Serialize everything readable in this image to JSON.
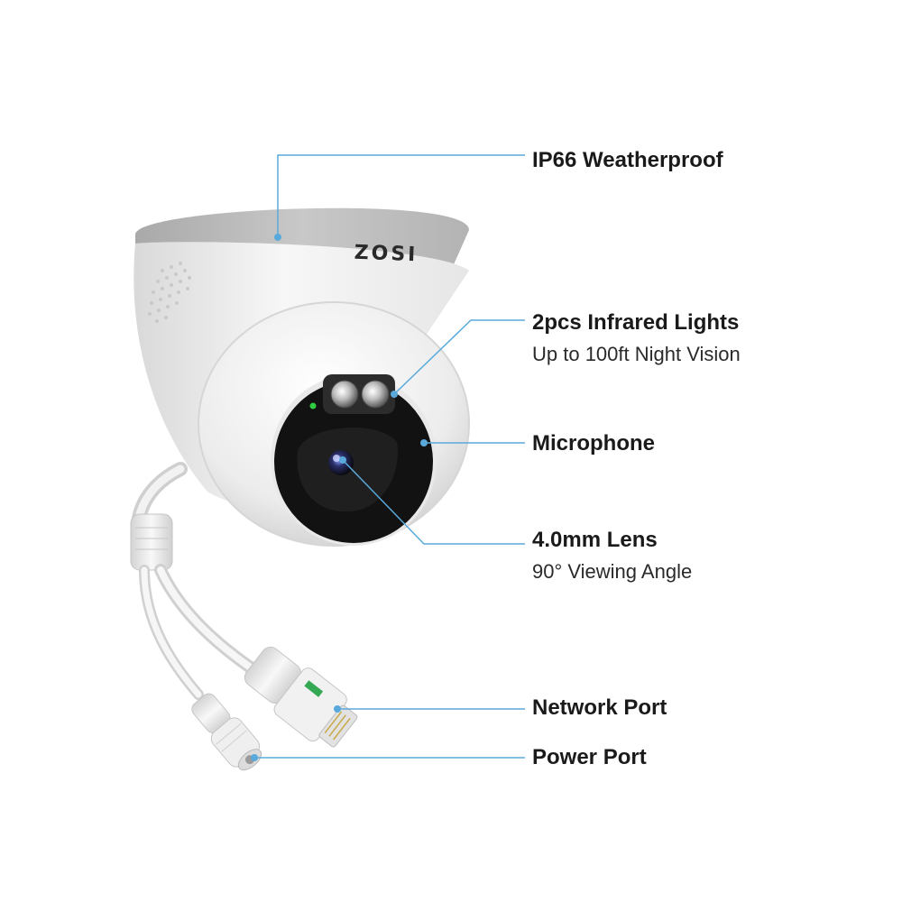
{
  "product": {
    "brand_logo": "ZOSI"
  },
  "callouts": [
    {
      "title": "IP66 Weatherproof"
    },
    {
      "title": "2pcs Infrared Lights",
      "subtitle": "Up to 100ft Night Vision"
    },
    {
      "title": "Microphone"
    },
    {
      "title": "4.0mm Lens",
      "subtitle": "90° Viewing Angle"
    },
    {
      "title": "Network Port"
    },
    {
      "title": "Power Port"
    }
  ],
  "colors": {
    "leader_line": "#5aa9dc",
    "callout_dot": "#5aa9dc",
    "indicator_led": "#2ecc40",
    "text": "#1a1a1a"
  }
}
